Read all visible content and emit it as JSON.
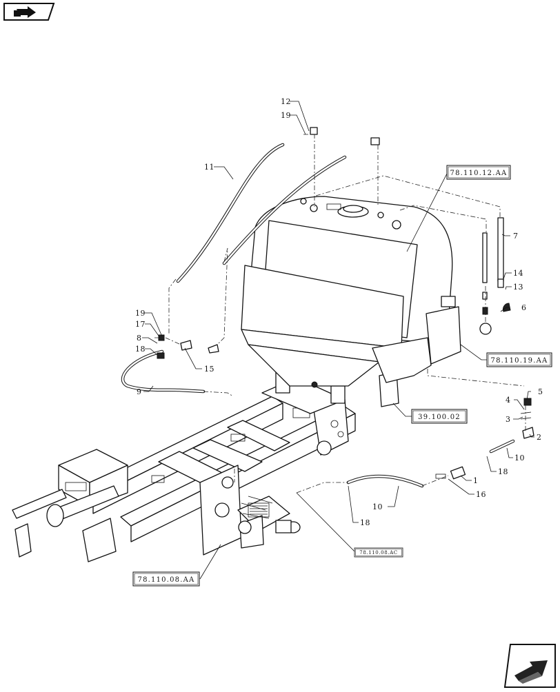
{
  "diagram": {
    "references": [
      {
        "id": "tank",
        "label": "78.110.12.AA"
      },
      {
        "id": "sight",
        "label": "78.110.19.AA"
      },
      {
        "id": "mount",
        "label": "39.100.02"
      },
      {
        "id": "pump",
        "label": "78.110.08.AA"
      },
      {
        "id": "lines",
        "label": "78.110.08.AC"
      }
    ],
    "callouts": {
      "c12": "12",
      "c19a": "19",
      "c11": "11",
      "c7": "7",
      "c14": "14",
      "c13": "13",
      "c6": "6",
      "c19b": "19",
      "c17": "17",
      "c8": "8",
      "c18a": "18",
      "c15": "15",
      "c9": "9",
      "c5": "5",
      "c4": "4",
      "c3": "3",
      "c2": "2",
      "c10a": "10",
      "c18b": "18",
      "c1": "1",
      "c16": "16",
      "c10b": "10",
      "c18c": "18"
    }
  }
}
